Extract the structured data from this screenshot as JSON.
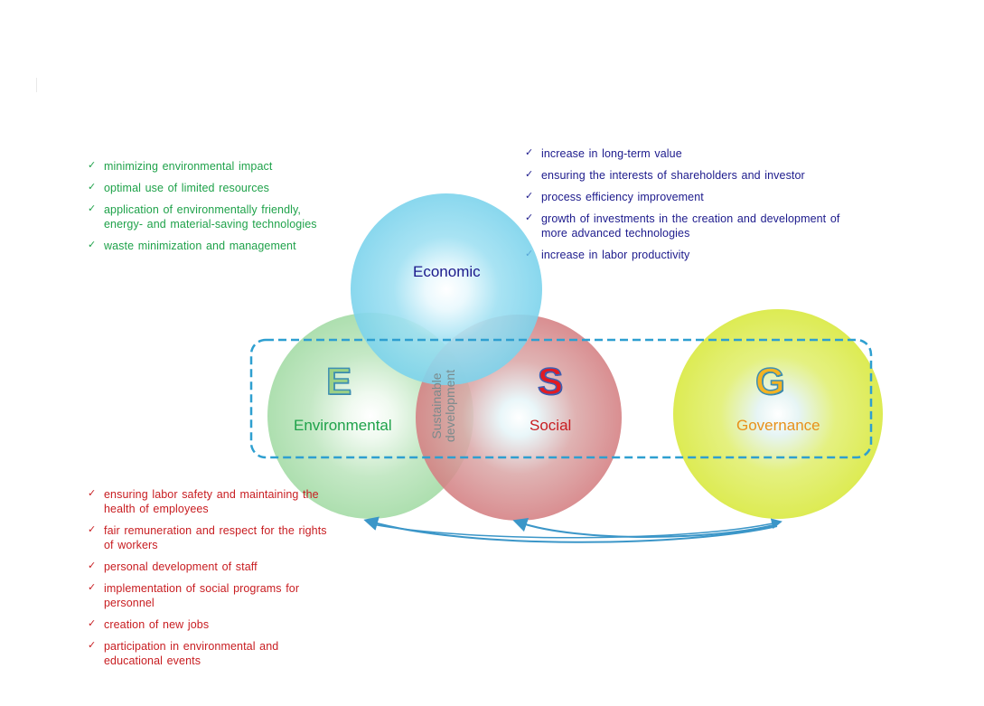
{
  "colors": {
    "environmental": "#1fa24a",
    "economic": "#1c1a8c",
    "social": "#c81d21",
    "governance": "#e8911a",
    "dashed_frame": "#2e9fd0",
    "arrow": "#3b96c8"
  },
  "circles": {
    "economic": {
      "label": "Economic"
    },
    "environmental": {
      "letter": "E",
      "label": "Environmental"
    },
    "social": {
      "letter": "S",
      "label": "Social"
    },
    "governance": {
      "letter": "G",
      "label": "Governance"
    }
  },
  "center_label": {
    "line1": "Sustainable",
    "line2": "development"
  },
  "environmental_list": [
    "minimizing environmental  impact",
    "optimal use of limited resources",
    "application of environmentally  friendly,\nenergy- and material-saving  technologies",
    " waste minimization and management"
  ],
  "economic_list": [
    "increase in long-term value",
    "ensuring the interests of shareholders  and investor",
    "process efficiency improvement",
    "growth of investments  in the creation and development  of\nmore advanced  technologies",
    "increase in labor productivity"
  ],
  "social_list": [
    "ensuring labor safety and maintaining  the\nhealth of employees",
    "fair remuneration  and respect for the rights\nof workers",
    "personal development  of staff",
    "implementation  of social programs  for\npersonnel",
    "creation of new jobs",
    "participation in environmental  and\neducational events"
  ]
}
